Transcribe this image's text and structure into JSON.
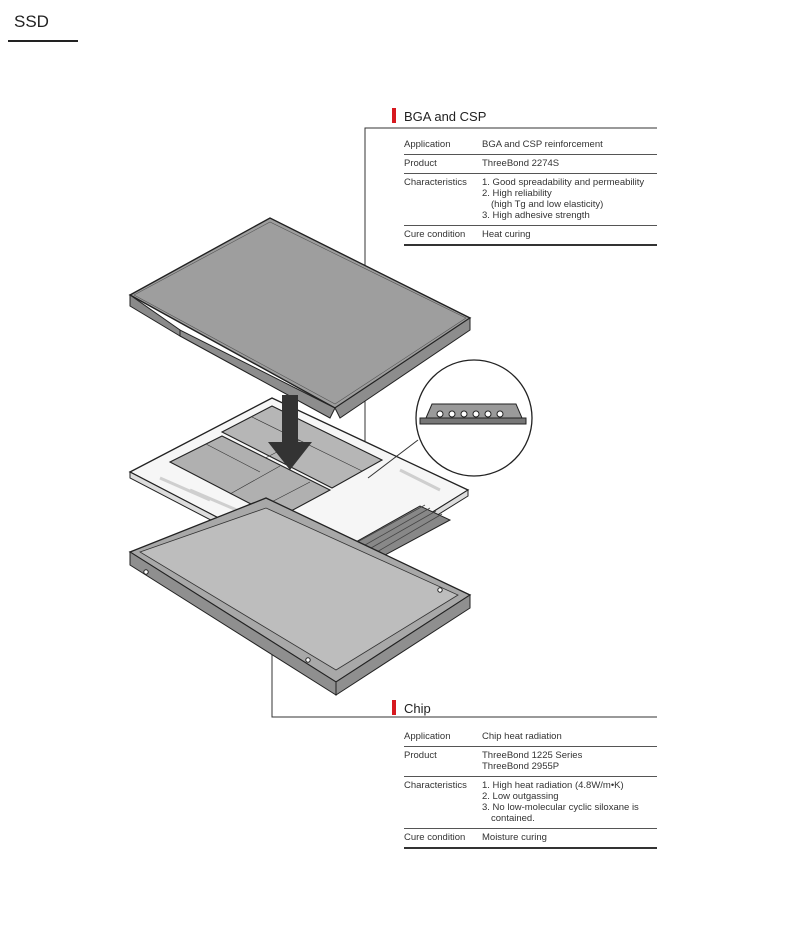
{
  "page": {
    "title": "SSD"
  },
  "sections": [
    {
      "heading": "BGA and CSP",
      "rows": [
        {
          "key": "Application",
          "lines": [
            "BGA and CSP reinforcement"
          ]
        },
        {
          "key": "Product",
          "lines": [
            "ThreeBond 2274S"
          ]
        },
        {
          "key": "Characteristics",
          "lines": [
            "1. Good spreadability and permeability",
            "2. High reliability",
            "(high Tg and low elasticity)",
            "3. High adhesive strength"
          ]
        },
        {
          "key": "Cure condition",
          "lines": [
            "Heat curing"
          ]
        }
      ]
    },
    {
      "heading": "Chip",
      "rows": [
        {
          "key": "Application",
          "lines": [
            "Chip heat radiation"
          ]
        },
        {
          "key": "Product",
          "lines": [
            "ThreeBond 1225 Series",
            "ThreeBond 2955P"
          ]
        },
        {
          "key": "Characteristics",
          "lines": [
            "1. High heat radiation (4.8W/m•K)",
            "2. Low outgassing",
            "3. No low-molecular cyclic siloxane is",
            "contained."
          ]
        },
        {
          "key": "Cure condition",
          "lines": [
            "Moisture curing"
          ]
        }
      ]
    }
  ],
  "colors": {
    "accent": "#d7191f",
    "panel": "#a9a9a9",
    "line": "#333333"
  }
}
